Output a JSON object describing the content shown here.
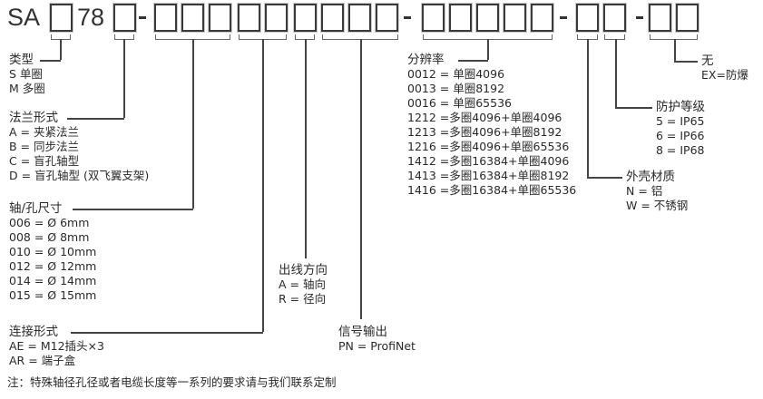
{
  "code": {
    "prefix": "SA",
    "middle": "78",
    "dash": "-"
  },
  "groups": {
    "type": {
      "title": "类型",
      "options": [
        "S 单圈",
        "M 多圈"
      ]
    },
    "flange": {
      "title": "法兰形式",
      "options": [
        "A = 夹紧法兰",
        "B = 同步法兰",
        "C = 盲孔轴型",
        "D = 盲孔轴型 (双飞翼支架)"
      ]
    },
    "shaft": {
      "title": "轴/孔尺寸",
      "options": [
        "006 = Ø 6mm",
        "008 = Ø 8mm",
        "010 = Ø 10mm",
        "012 = Ø 12mm",
        "014 = Ø 14mm",
        "015 = Ø 15mm"
      ]
    },
    "connection": {
      "title": "连接形式",
      "options": [
        "AE = M12插头×3",
        "AR = 端子盒"
      ]
    },
    "cable_dir": {
      "title": "出线方向",
      "options": [
        "A = 轴向",
        "R = 径向"
      ]
    },
    "signal": {
      "title": "信号输出",
      "options": [
        "PN = ProfiNet"
      ]
    },
    "resolution": {
      "title": "分辨率",
      "options": [
        "0012 = 单圈4096",
        "0013 = 单圈8192",
        "0016 = 单圈65536",
        "1212 =多圈4096+单圈4096",
        "1213 =多圈4096+单圈8192",
        "1216 =多圈4096+单圈65536",
        "1412 =多圈16384+单圈4096",
        "1413 =多圈16384+单圈8192",
        "1416 =多圈16384+单圈65536"
      ]
    },
    "housing": {
      "title": "外壳材质",
      "options": [
        "N = 铝",
        "W = 不锈钢"
      ]
    },
    "protection": {
      "title": "防护等级",
      "options": [
        "5 = IP65",
        "6 = IP66",
        "8 = IP68"
      ]
    },
    "explosion": {
      "title": "无",
      "options": [
        "EX=防爆"
      ]
    }
  },
  "note": "注：特殊轴径孔径或者电缆长度等一系列的要求请与我们联系定制"
}
